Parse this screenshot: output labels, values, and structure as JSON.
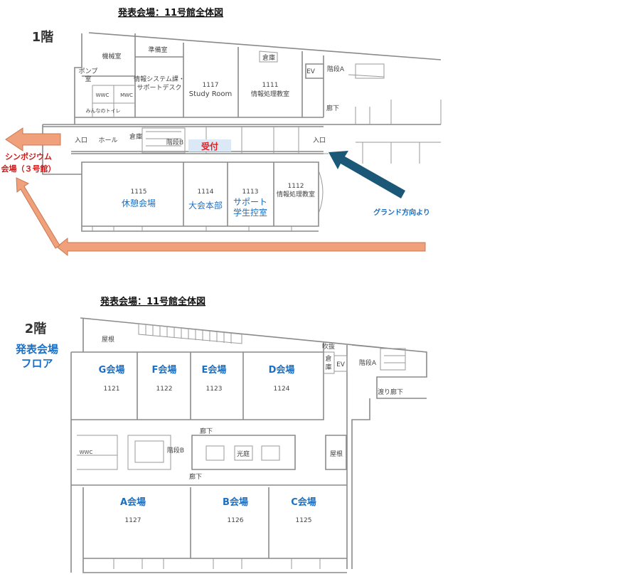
{
  "floor1": {
    "title": "発表会場：11号館全体図",
    "floor_label": "1階",
    "rooms": {
      "machine": "機械室",
      "prep": "準備室",
      "storage_top": "倉庫",
      "it_line1": "情報システム課・",
      "it_line2": "サポートデスク",
      "r1117_num": "1117",
      "r1117_name": "Study Room",
      "r1111_num": "1111",
      "r1111_name": "情報処理教室",
      "ev": "EV",
      "stairs_a": "階段A",
      "corridor": "廊下",
      "pump_line1": "ポンプ",
      "pump_line2": "室",
      "wwc": "WWC",
      "mwc": "MWC",
      "toilet": "みんなのトイレ",
      "entrance_left": "入口",
      "hall": "ホール",
      "storage_b": "倉庫",
      "stairs_b": "階段B",
      "entrance_right": "入口",
      "r1115_num": "1115",
      "r1115_name": "休憩会場",
      "r1114_num": "1114",
      "r1114_name": "大会本部",
      "r1113_num": "1113",
      "r1113_name1": "サポート",
      "r1113_name2": "学生控室",
      "r1112_num": "1112",
      "r1112_name": "情報処理教室"
    },
    "reception": "受付",
    "symposium_line1": "シンポジウム",
    "symposium_line2": "会場（３号館）",
    "from_ground": "グランド方向より"
  },
  "floor2": {
    "title": "発表会場：11号館全体図",
    "floor_label": "2階",
    "floor_desc1": "発表会場",
    "floor_desc2": "フロア",
    "rooms": {
      "roof1": "屋根",
      "atrium": "吹抜",
      "g_name": "G会場",
      "g_num": "1121",
      "f_name": "F会場",
      "f_num": "1122",
      "e_name": "E会場",
      "e_num": "1123",
      "d_name": "D会場",
      "d_num": "1124",
      "storage1": "倉",
      "storage2": "庫",
      "ev": "EV",
      "stairs_a": "階段A",
      "bridge": "渡り廊下",
      "corridor1": "廊下",
      "wwc": "WWC",
      "stairs_b": "階段B",
      "courtyard": "光庭",
      "roof2": "屋根",
      "corridor2": "廊下",
      "a_name": "A会場",
      "a_num": "1127",
      "b_name": "B会場",
      "b_num": "1126",
      "c_name": "C会場",
      "c_num": "1125"
    }
  },
  "colors": {
    "blue_text": "#1a6fc4",
    "red_text": "#d01818",
    "salmon_arrow": "#f0a07a",
    "navy_arrow": "#1b5776",
    "reception_bg": "#dbe8f5"
  }
}
